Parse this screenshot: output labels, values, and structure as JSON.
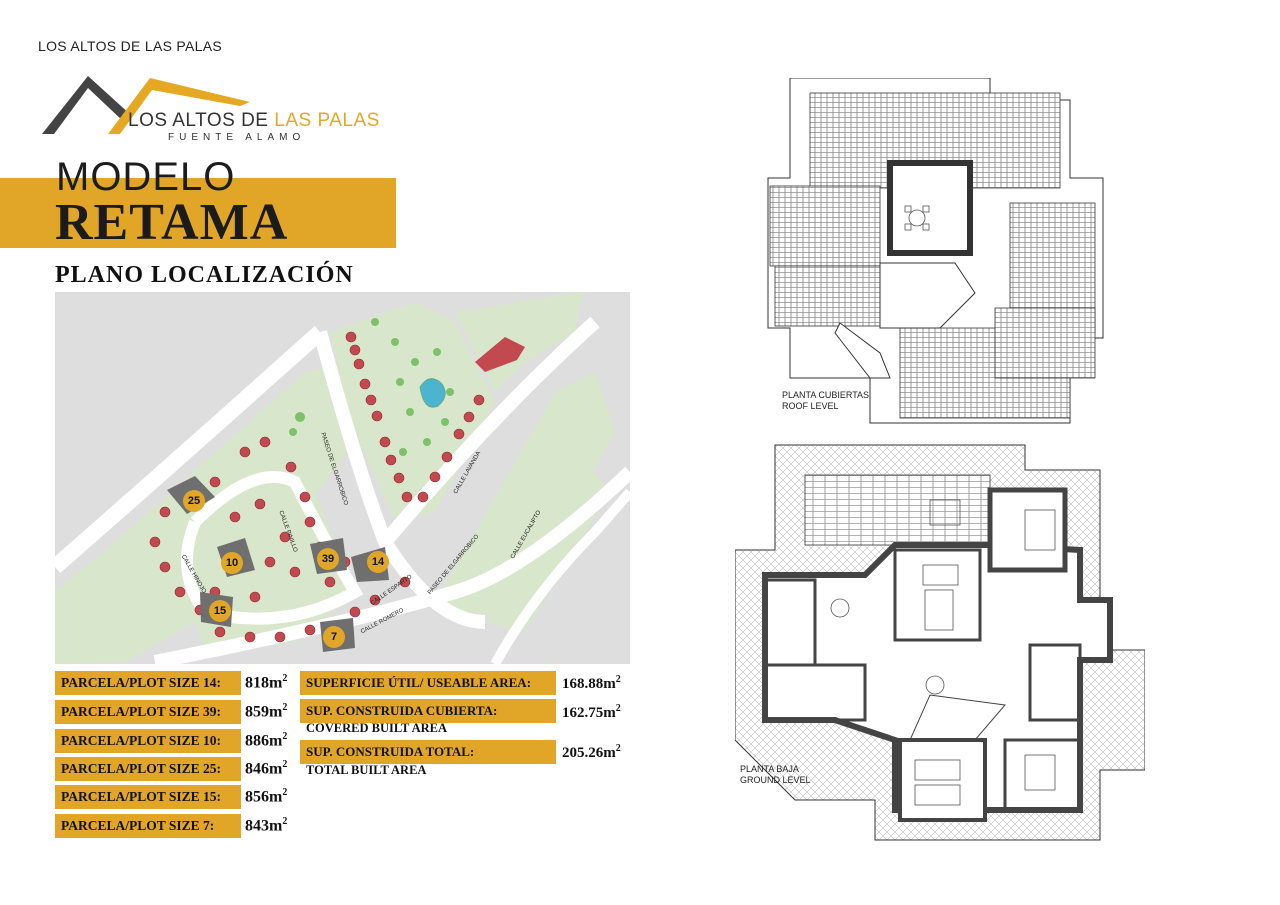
{
  "brand": {
    "top_label": "LOS ALTOS DE LAS PALAS",
    "logo_line1": "LOS ALTOS DE",
    "logo_line1_accent": "LAS PALAS",
    "logo_line2": "FUENTE ALAMO"
  },
  "model": {
    "prefix": "MODELO",
    "name": "RETAMA",
    "section_title": "PLANO LOCALIZACIÓN"
  },
  "site_map": {
    "plots": [
      {
        "number": "25"
      },
      {
        "number": "10"
      },
      {
        "number": "39"
      },
      {
        "number": "14"
      },
      {
        "number": "15"
      },
      {
        "number": "7"
      }
    ],
    "streets": [
      {
        "name": "PASEO DE ELGARROBICO"
      },
      {
        "name": "CALLE LAVANDA"
      },
      {
        "name": "CALLE PINILLO"
      },
      {
        "name": "CALLE HINOJO"
      },
      {
        "name": "CALLE ESPARTO"
      },
      {
        "name": "PASEO DE ELGARROBICO"
      },
      {
        "name": "CALLE ROMERO"
      },
      {
        "name": "CALLE EUCALIPTO"
      }
    ]
  },
  "plot_sizes": [
    {
      "label": "PARCELA/PLOT SIZE 14:",
      "value": "818m",
      "unit_exp": "2"
    },
    {
      "label": "PARCELA/PLOT SIZE 39:",
      "value": "859m",
      "unit_exp": "2"
    },
    {
      "label": "PARCELA/PLOT SIZE 10:",
      "value": "886m",
      "unit_exp": "2"
    },
    {
      "label": "PARCELA/PLOT SIZE 25:",
      "value": "846m",
      "unit_exp": "2"
    },
    {
      "label": "PARCELA/PLOT SIZE 15:",
      "value": "856m",
      "unit_exp": "2"
    },
    {
      "label": "PARCELA/PLOT SIZE 7:",
      "value": "843m",
      "unit_exp": "2"
    }
  ],
  "areas": [
    {
      "label": "SUPERFICIE ÚTIL/ USEABLE AREA:",
      "sub": "",
      "value": "168.88m",
      "unit_exp": "2"
    },
    {
      "label": "SUP. CONSTRUIDA CUBIERTA:",
      "sub": "COVERED BUILT AREA",
      "value": "162.75m",
      "unit_exp": "2"
    },
    {
      "label": "SUP. CONSTRUIDA TOTAL:",
      "sub": "TOTAL BUILT AREA",
      "value": "205.26m",
      "unit_exp": "2"
    }
  ],
  "plans": {
    "roof": {
      "label_es": "PLANTA CUBIERTAS",
      "label_en": "ROOF LEVEL"
    },
    "ground": {
      "label_es": "PLANTA BAJA",
      "label_en": "GROUND LEVEL"
    }
  },
  "colors": {
    "gold": "#e1a628",
    "logo_gold": "#e5a823",
    "logo_dark": "#444444",
    "green": "#d8e6cc",
    "road": "#ffffff",
    "grey_area": "#dedede",
    "house_red": "#c1494f",
    "highlight_plot": "#6f6f6f",
    "pool": "#4bb4cf"
  }
}
